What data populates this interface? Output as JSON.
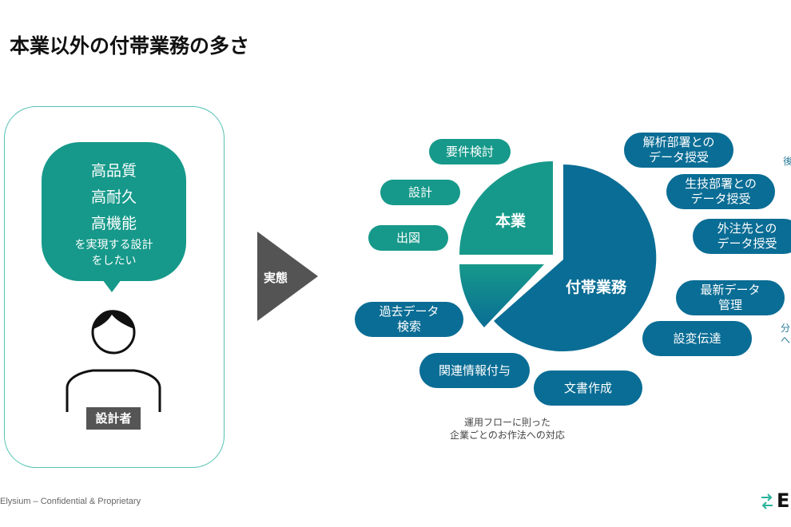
{
  "title": "本業以外の付帯業務の多さ",
  "designer": {
    "bubble_lines": [
      "高品質",
      "高耐久",
      "高機能"
    ],
    "bubble_sub": [
      "を実現する設計",
      "をしたい"
    ],
    "role": "設計者"
  },
  "arrow_label": "実態",
  "pie": {
    "main_label": "本業",
    "side_label": "付帯業務",
    "colors": {
      "main": "#16998a",
      "side": "#0a6d95"
    }
  },
  "main_tasks": [
    "要件検討",
    "設計",
    "出図"
  ],
  "side_tasks": [
    {
      "l1": "解析部署との",
      "l2": "データ授受"
    },
    {
      "l1": "生技部署との",
      "l2": "データ授受"
    },
    {
      "l1": "外注先との",
      "l2": "データ授受"
    },
    {
      "l1": "最新データ",
      "l2": "管理"
    },
    {
      "l1": "設変伝達"
    },
    {
      "l1": "文書作成"
    },
    {
      "l1": "関連情報付与"
    },
    {
      "l1": "過去データ",
      "l2": "検索"
    }
  ],
  "note": [
    "運用フローに則った",
    "企業ごとのお作法への対応"
  ],
  "edge_text": [
    "後",
    "分",
    "へ"
  ],
  "footer": "Elysium – Confidential & Proprietary",
  "logo_letter": "E"
}
